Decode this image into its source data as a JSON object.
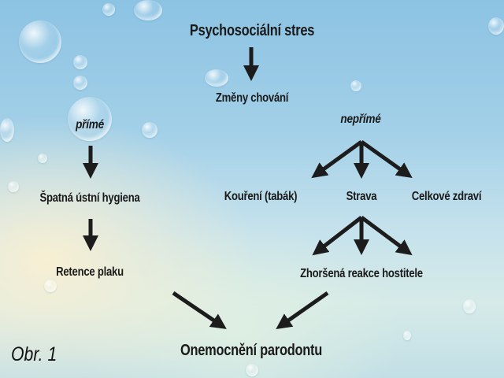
{
  "diagram": {
    "title": "Psychosociální stres",
    "nodes": {
      "behavior_change": "Změny chování",
      "direct": "přímé",
      "indirect": "nepřímé",
      "poor_oral_hygiene": "Špatná ústní hygiena",
      "smoking": "Kouření (tabák)",
      "diet": "Strava",
      "general_health": "Celkové zdraví",
      "plaque_retention": "Retence plaku",
      "impaired_host_response": "Zhoršená reakce hostitele",
      "periodontal_disease": "Onemocnění parodontu"
    },
    "edges": [
      {
        "from": "Psychosociální stres",
        "to": "Změny chování"
      },
      {
        "from": "přímé",
        "to": "Špatná ústní hygiena"
      },
      {
        "from": "Špatná ústní hygiena",
        "to": "Retence plaku"
      },
      {
        "from": "nepřímé",
        "to": "Kouření (tabák)"
      },
      {
        "from": "nepřímé",
        "to": "Strava"
      },
      {
        "from": "nepřímé",
        "to": "Celkové zdraví"
      },
      {
        "from": "Strava",
        "to": "Zhoršená reakce hostitele"
      },
      {
        "from": "Retence plaku",
        "to": "Onemocnění parodontu"
      },
      {
        "from": "Zhoršená reakce hostitele",
        "to": "Onemocnění parodontu"
      }
    ],
    "caption": "Obr. 1"
  },
  "colors": {
    "text": "#1a1a1a",
    "arrow": "#1c1c1c",
    "background_top": "#8cc3e3",
    "background_bottom": "#c2dfe6"
  }
}
